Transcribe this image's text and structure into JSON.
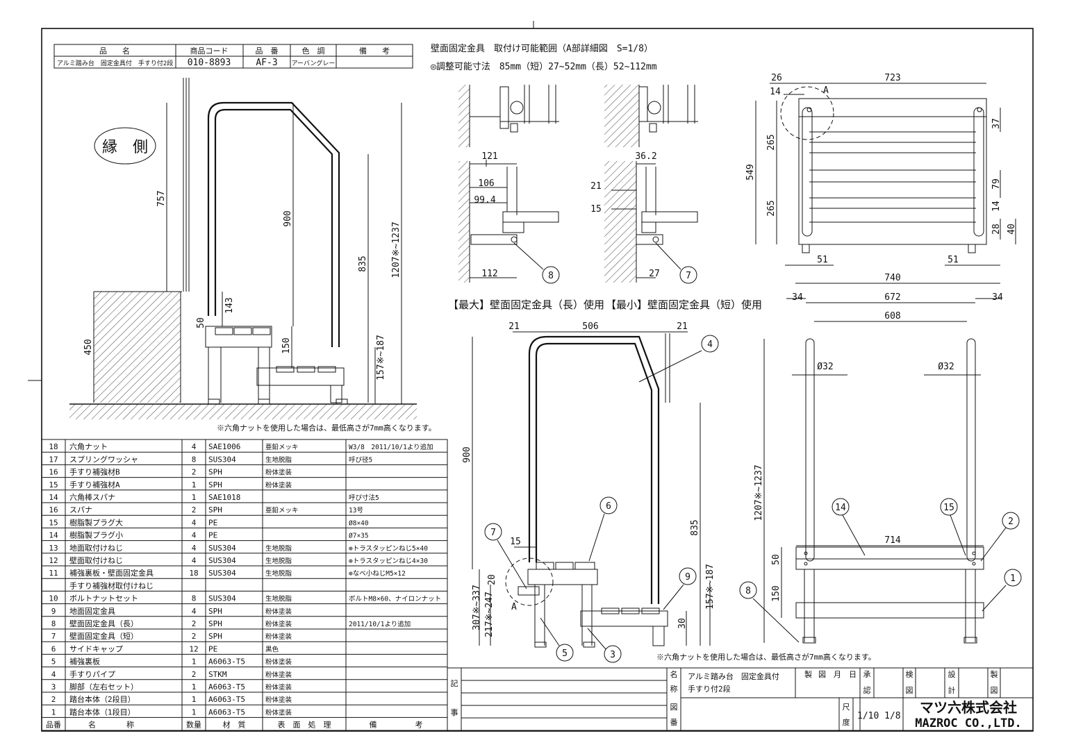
{
  "title_block": {
    "headers": [
      "品　　名",
      "商品コード",
      "品　番",
      "色　調",
      "備　　考"
    ],
    "product_name": "アルミ踏み台　固定金具付　手すり付2段",
    "product_code": "010-8893",
    "part_no": "AF-3",
    "color": "アーバングレー",
    "remarks": ""
  },
  "header_note": {
    "line1": "壁面固定金具　取付け可能範囲（A部詳細図　S=1/8）",
    "line2": "◎調整可能寸法　85mm（短）27~52mm（長）52~112mm"
  },
  "side_view": {
    "stamp": "縁　側",
    "dims": [
      "757",
      "450",
      "900",
      "835",
      "1207※~1237",
      "143",
      "50",
      "150",
      "157※~187"
    ],
    "note": "※六角ナットを使用した場合は、最低高さが7mm高くなります。"
  },
  "detail_max": {
    "caption": "【最大】壁面固定金具（長）使用",
    "dims": [
      "121",
      "106",
      "99.4",
      "112"
    ],
    "callout": "8"
  },
  "detail_min": {
    "caption": "【最小】壁面固定金具（短）使用",
    "dims": [
      "36.2",
      "21",
      "15",
      "27"
    ],
    "callout": "7"
  },
  "plan_view": {
    "label_a": "A",
    "dims": [
      "26",
      "14",
      "723",
      "265",
      "549",
      "265",
      "37",
      "79",
      "14",
      "28",
      "40",
      "51",
      "51",
      "740"
    ]
  },
  "front_view": {
    "dims": [
      "34",
      "672",
      "34",
      "608",
      "Ø32",
      "Ø32",
      "714",
      "50",
      "150",
      "1207※~1237"
    ],
    "callouts": [
      "14",
      "15",
      "2",
      "1",
      "8"
    ],
    "note": "※六角ナットを使用した場合は、最低高さが7mm高くなります。"
  },
  "center_side_view": {
    "dims": [
      "21",
      "506",
      "21",
      "900",
      "835",
      "15",
      "20",
      "307※~337",
      "217※~247",
      "157※~187",
      "30"
    ],
    "callouts": [
      "4",
      "6",
      "7",
      "9",
      "5",
      "3"
    ],
    "label_a": "A"
  },
  "parts": [
    {
      "no": "18",
      "name": "六角ナット",
      "qty": "4",
      "material": "SAE1006",
      "finish": "亜鉛メッキ",
      "note": "W3/8　2011/10/1より追加"
    },
    {
      "no": "17",
      "name": "スプリングワッシャ",
      "qty": "8",
      "material": "SUS304",
      "finish": "生地脱脂",
      "note": "呼び径5"
    },
    {
      "no": "16",
      "name": "手すり補強材B",
      "qty": "2",
      "material": "SPH",
      "finish": "粉体塗装",
      "note": ""
    },
    {
      "no": "15",
      "name": "手すり補強材A",
      "qty": "1",
      "material": "SPH",
      "finish": "粉体塗装",
      "note": ""
    },
    {
      "no": "14",
      "name": "六角棒スパナ",
      "qty": "1",
      "material": "SAE1018",
      "finish": "",
      "note": "呼び寸法5"
    },
    {
      "no": "16",
      "name": "スパナ",
      "qty": "2",
      "material": "SPH",
      "finish": "亜鉛メッキ",
      "note": "13号"
    },
    {
      "no": "15",
      "name": "樹脂製プラグ大",
      "qty": "4",
      "material": "PE",
      "finish": "",
      "note": "Ø8×40"
    },
    {
      "no": "14",
      "name": "樹脂製プラグ小",
      "qty": "4",
      "material": "PE",
      "finish": "",
      "note": "Ø7×35"
    },
    {
      "no": "13",
      "name": "地面取付けねじ",
      "qty": "4",
      "material": "SUS304",
      "finish": "生地脱脂",
      "note": "⊕トラスタッピンねじ5×40"
    },
    {
      "no": "12",
      "name": "壁面取付けねじ",
      "qty": "4",
      "material": "SUS304",
      "finish": "生地脱脂",
      "note": "⊕トラスタッピンねじ4×30"
    },
    {
      "no": "11",
      "name": "補強裏板・壁面固定金具",
      "qty": "18",
      "material": "SUS304",
      "finish": "生地脱脂",
      "note": "⊕なべ小ねじM5×12"
    },
    {
      "no": "",
      "name": "手すり補強材取付けねじ",
      "qty": "",
      "material": "",
      "finish": "",
      "note": ""
    },
    {
      "no": "10",
      "name": "ボルトナットセット",
      "qty": "8",
      "material": "SUS304",
      "finish": "生地脱脂",
      "note": "ボルトM8×60、ナイロンナット"
    },
    {
      "no": "9",
      "name": "地面固定金具",
      "qty": "4",
      "material": "SPH",
      "finish": "粉体塗装",
      "note": ""
    },
    {
      "no": "8",
      "name": "壁面固定金具（長）",
      "qty": "2",
      "material": "SPH",
      "finish": "粉体塗装",
      "note": "2011/10/1より追加"
    },
    {
      "no": "7",
      "name": "壁面固定金具（短）",
      "qty": "2",
      "material": "SPH",
      "finish": "粉体塗装",
      "note": ""
    },
    {
      "no": "6",
      "name": "サイドキャップ",
      "qty": "12",
      "material": "PE",
      "finish": "黒色",
      "note": ""
    },
    {
      "no": "5",
      "name": "補強裏板",
      "qty": "1",
      "material": "A6063-T5",
      "finish": "粉体塗装",
      "note": ""
    },
    {
      "no": "4",
      "name": "手すりパイプ",
      "qty": "2",
      "material": "STKM",
      "finish": "粉体塗装",
      "note": ""
    },
    {
      "no": "3",
      "name": "脚部（左右セット）",
      "qty": "1",
      "material": "A6063-T5",
      "finish": "粉体塗装",
      "note": ""
    },
    {
      "no": "2",
      "name": "踏台本体（2段目）",
      "qty": "1",
      "material": "A6063-T5",
      "finish": "粉体塗装",
      "note": ""
    },
    {
      "no": "1",
      "name": "踏台本体（1段目）",
      "qty": "1",
      "material": "A6063-T5",
      "finish": "粉体塗装",
      "note": ""
    }
  ],
  "parts_footer": [
    "品番",
    "名　　　　称",
    "数量",
    "材　質",
    "表　面　処　理",
    "備　　　　　考"
  ],
  "bottom_block": {
    "left_labels": [
      "記",
      "事"
    ],
    "name_label": [
      "名",
      "称"
    ],
    "name_value1": "アルミ踏み台　固定金具付",
    "name_value2": "手すり付2段",
    "drawing_no_label": [
      "図",
      "番"
    ],
    "date_header": [
      "製",
      "図",
      "月",
      "日"
    ],
    "approval": [
      "承",
      "認"
    ],
    "inspection": [
      "検",
      "図"
    ],
    "design": [
      "設",
      "計"
    ],
    "draft": [
      "製",
      "図"
    ],
    "scale_label": [
      "尺",
      "度"
    ],
    "scale_value": "1/10  1/8",
    "company1": "マツ六株式会社",
    "company2": "MAZROC CO.,LTD."
  }
}
